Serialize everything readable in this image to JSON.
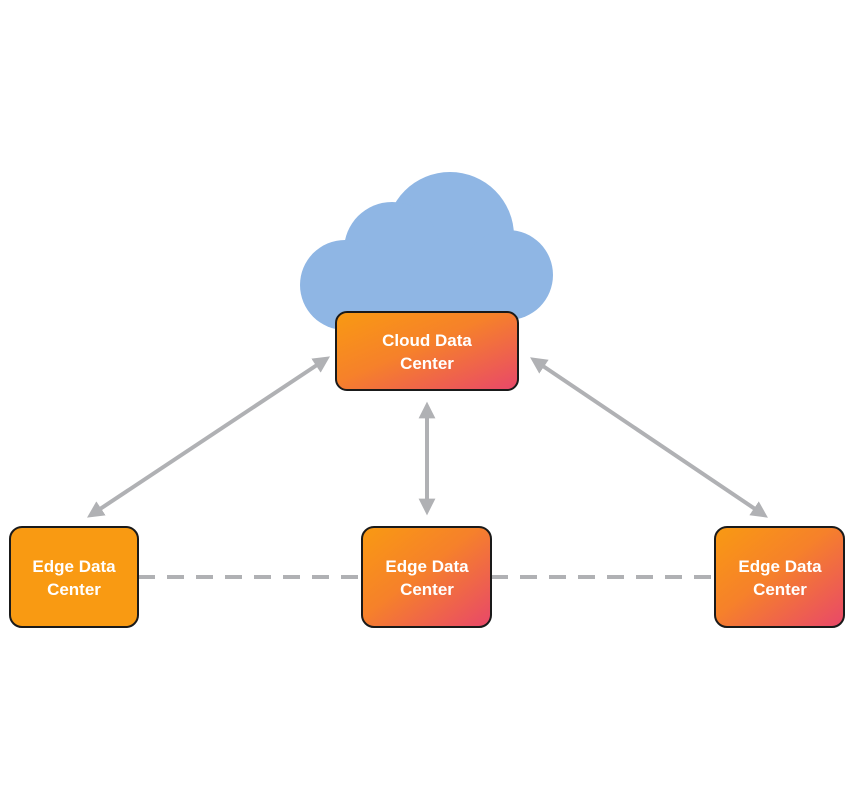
{
  "diagram": {
    "nodes": {
      "cloud": {
        "line1": "Cloud Data",
        "line2": "Center"
      },
      "edge_left": {
        "line1": "Edge Data",
        "line2": "Center"
      },
      "edge_middle": {
        "line1": "Edge Data",
        "line2": "Center"
      },
      "edge_right": {
        "line1": "Edge Data",
        "line2": "Center"
      }
    },
    "colors": {
      "cloud_fill": "#8fb6e4",
      "node_orange": "#f99a12",
      "node_gradient_end": "#e8476a",
      "node_border": "#1a1a1a",
      "connector_gray": "#b0b1b4"
    }
  }
}
